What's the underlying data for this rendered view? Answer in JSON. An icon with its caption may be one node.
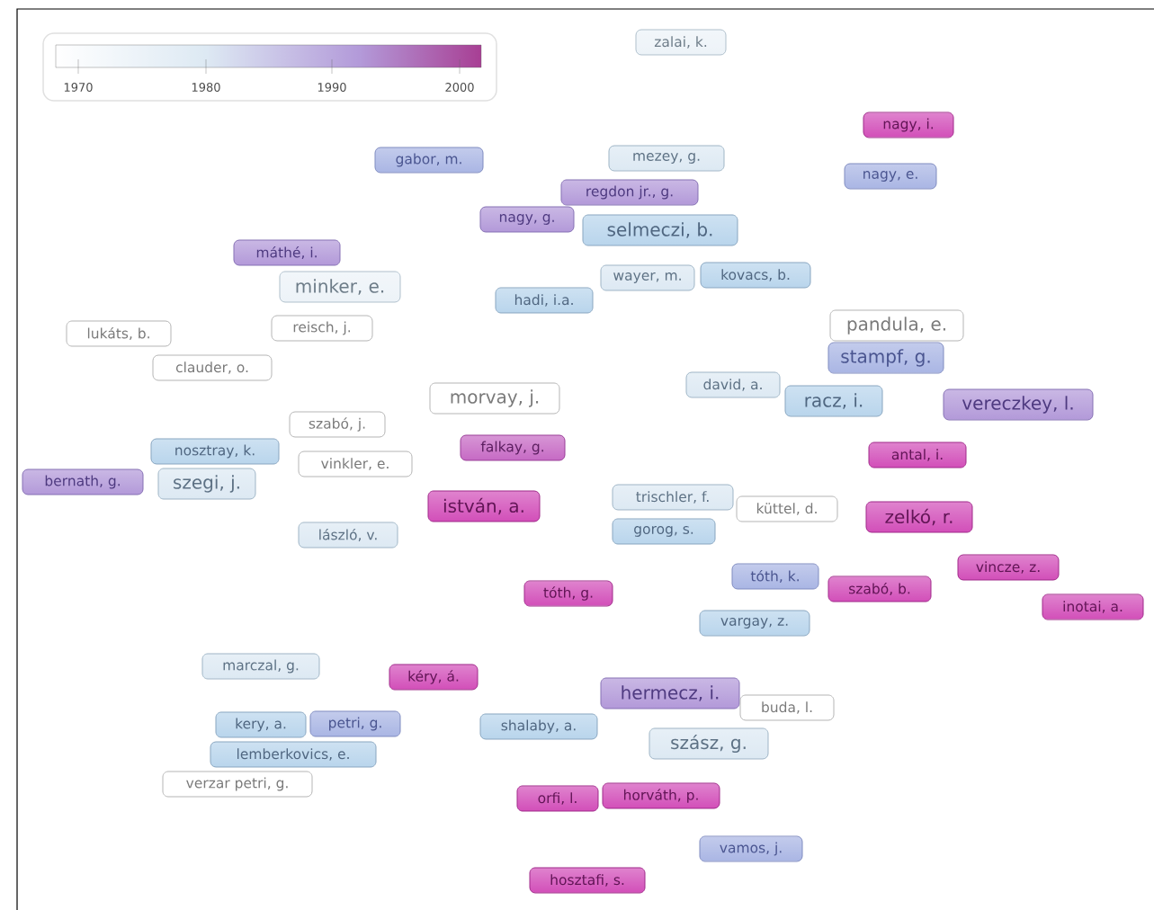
{
  "diagram": {
    "nodes": [
      {
        "text": [
          "zalai, k."
        ]
      },
      {
        "text": [
          "nagy, i."
        ]
      },
      {
        "text": [
          "gabor, m."
        ]
      },
      {
        "text": [
          "mezey, g."
        ]
      },
      {
        "text": [
          "nagy, e."
        ]
      },
      {
        "text": [
          "regdon jr., g."
        ]
      },
      {
        "text": [
          "nagy, g."
        ]
      },
      {
        "text": [
          "selmeczi, b."
        ]
      },
      {
        "text": [
          "máthé, i."
        ]
      },
      {
        "text": [
          "wayer, m."
        ]
      },
      {
        "text": [
          "kovacs, b."
        ]
      },
      {
        "text": [
          "minker, e."
        ]
      },
      {
        "text": [
          "hadi, i.a."
        ]
      },
      {
        "text": [
          "pandula, e."
        ]
      },
      {
        "text": [
          "lukáts, b."
        ]
      },
      {
        "text": [
          "reisch, j."
        ]
      },
      {
        "text": [
          "stampf, g."
        ]
      },
      {
        "text": [
          "clauder, o."
        ]
      },
      {
        "text": [
          "david, a."
        ]
      },
      {
        "text": [
          "morvay, j."
        ]
      },
      {
        "text": [
          "racz, i."
        ]
      },
      {
        "text": [
          "vereczkey, l."
        ]
      },
      {
        "text": [
          "szabó, j."
        ]
      },
      {
        "text": [
          "falkay, g."
        ]
      },
      {
        "text": [
          "nosztray, k."
        ]
      },
      {
        "text": [
          "antal, i."
        ]
      },
      {
        "text": [
          "vinkler, e."
        ]
      },
      {
        "text": [
          "bernath, g."
        ]
      },
      {
        "text": [
          "szegi, j."
        ]
      },
      {
        "text": [
          "istván, a."
        ]
      },
      {
        "text": [
          "trischler, f."
        ]
      },
      {
        "text": [
          "küttel, d."
        ]
      },
      {
        "text": [
          "zelkó, r."
        ]
      },
      {
        "text": [
          "gorog, s."
        ]
      },
      {
        "text": [
          "lászló, v."
        ]
      },
      {
        "text": [
          "vincze, z."
        ]
      },
      {
        "text": [
          "tóth, k."
        ]
      },
      {
        "text": [
          "tóth, g."
        ]
      },
      {
        "text": [
          "szabó, b."
        ]
      },
      {
        "text": [
          "inotai, a."
        ]
      },
      {
        "text": [
          "vargay, z."
        ]
      },
      {
        "text": [
          "marczal, g."
        ]
      },
      {
        "text": [
          "kéry, á."
        ]
      },
      {
        "text": [
          "hermecz, i."
        ]
      },
      {
        "text": [
          "buda, l."
        ]
      },
      {
        "text": [
          "kery, a."
        ]
      },
      {
        "text": [
          "petri, g."
        ]
      },
      {
        "text": [
          "shalaby, a."
        ]
      },
      {
        "text": [
          "szász, g."
        ]
      },
      {
        "text": [
          "lemberkovics, e."
        ]
      },
      {
        "text": [
          "verzar petri, g."
        ]
      },
      {
        "text": [
          "horváth, p."
        ]
      },
      {
        "text": [
          "orfi, l."
        ]
      },
      {
        "text": [
          "vamos, j."
        ]
      },
      {
        "text": [
          "hosztafi, s."
        ]
      }
    ],
    "labels": [
      "1970",
      "1980",
      "1990",
      "2000"
    ]
  }
}
